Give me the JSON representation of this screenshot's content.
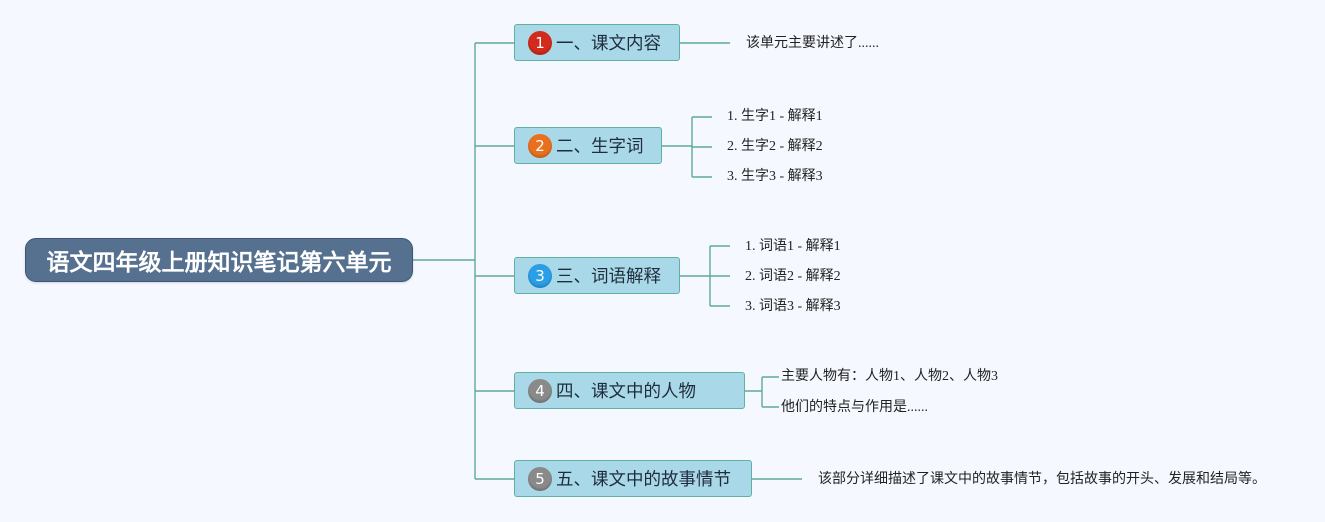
{
  "root": {
    "title": "语文四年级上册知识笔记第六单元"
  },
  "branches": [
    {
      "num": "1",
      "label": "一、课文内容",
      "color": "#d42a1c",
      "leaves": [
        "该单元主要讲述了......"
      ]
    },
    {
      "num": "2",
      "label": "二、生字词",
      "color": "#e8701f",
      "leaves": [
        "1. 生字1 - 解释1",
        "2. 生字2 - 解释2",
        "3. 生字3 - 解释3"
      ]
    },
    {
      "num": "3",
      "label": "三、词语解释",
      "color": "#2a9ee6",
      "leaves": [
        "1. 词语1 - 解释1",
        "2. 词语2 - 解释2",
        "3. 词语3 - 解释3"
      ]
    },
    {
      "num": "4",
      "label": "四、课文中的人物",
      "color": "#8a8a8a",
      "leaves": [
        "主要人物有：人物1、人物2、人物3",
        "他们的特点与作用是......"
      ]
    },
    {
      "num": "5",
      "label": "五、课文中的故事情节",
      "color": "#8a8a8a",
      "leaves": [
        "该部分详细描述了课文中的故事情节，包括故事的开头、发展和结局等。"
      ]
    }
  ],
  "colors": {
    "line": "#5fa99a",
    "root_bg": "#56708f",
    "branch_bg": "#a9d8e8"
  }
}
